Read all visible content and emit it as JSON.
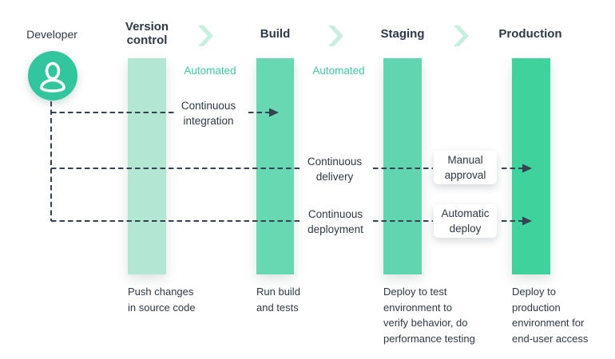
{
  "colors": {
    "text-dark": "#2c3947",
    "accent-teal": "#3fc9a4",
    "actor-circle": "#33c69e",
    "column-version-control": "#b3e7d3",
    "column-build": "#68d8b3",
    "column-staging": "#61d5af",
    "column-production": "#3fd29c",
    "chevron": "#c8eede",
    "line-dark": "#344352"
  },
  "actor": {
    "label": "Developer"
  },
  "automated_badges": {
    "first": "Automated",
    "second": "Automated"
  },
  "stages": [
    {
      "id": "version-control",
      "label_lines": [
        "Version",
        "control"
      ],
      "caption_lines": [
        "Push changes",
        "in source code"
      ]
    },
    {
      "id": "build",
      "label_lines": [
        "Build"
      ],
      "caption_lines": [
        "Run build",
        "and tests"
      ]
    },
    {
      "id": "staging",
      "label_lines": [
        "Staging"
      ],
      "caption_lines": [
        "Deploy to test",
        "environment to",
        "verify behavior, do",
        "performance testing"
      ]
    },
    {
      "id": "production",
      "label_lines": [
        "Production"
      ],
      "caption_lines": [
        "Deploy to",
        "production",
        "environment for",
        "end-user access"
      ]
    }
  ],
  "flows": [
    {
      "id": "continuous-integration",
      "label_lines": [
        "Continuous",
        "integration"
      ]
    },
    {
      "id": "continuous-delivery",
      "label_lines": [
        "Continuous",
        "delivery"
      ],
      "gate_lines": [
        "Manual",
        "approval"
      ]
    },
    {
      "id": "continuous-deployment",
      "label_lines": [
        "Continuous",
        "deployment"
      ],
      "gate_lines": [
        "Automatic",
        "deploy"
      ]
    }
  ]
}
